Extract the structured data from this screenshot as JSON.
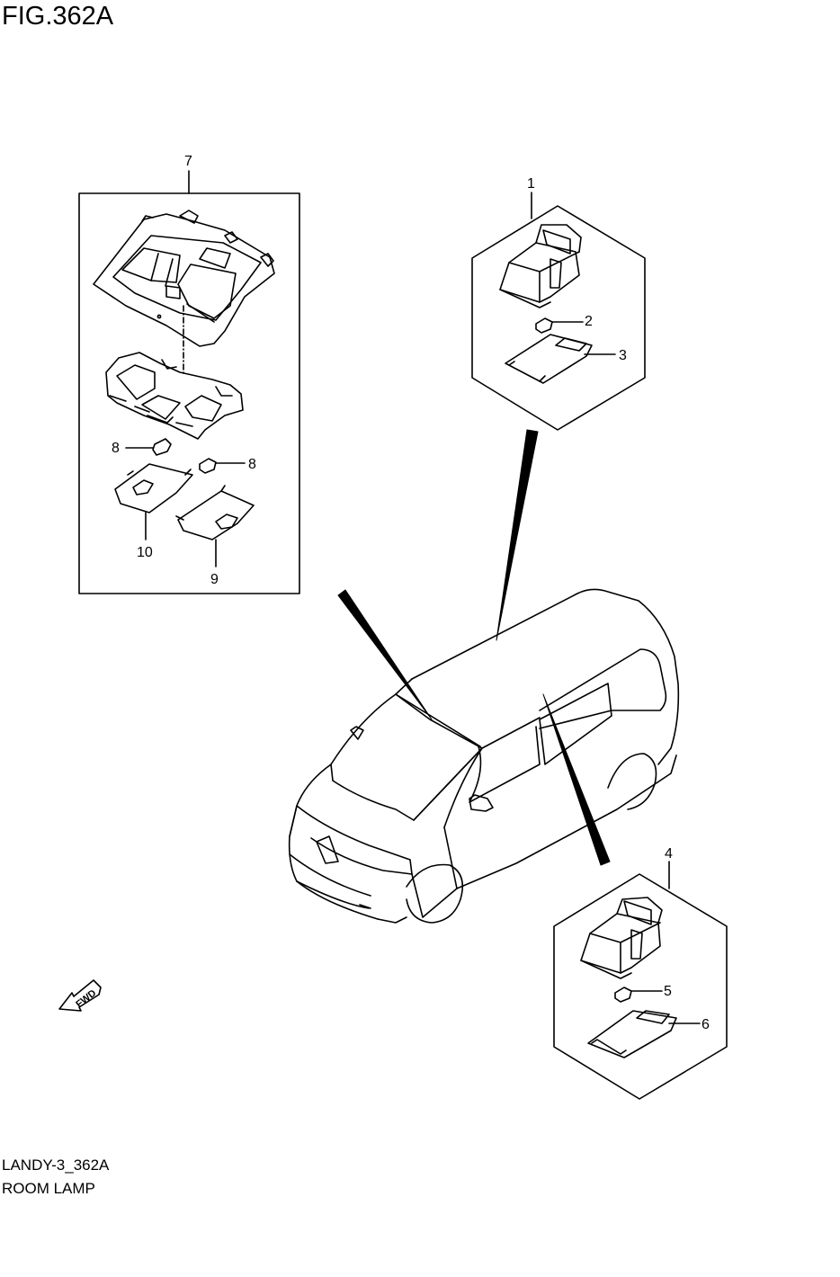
{
  "figure": {
    "title": "FIG.362A",
    "code": "LANDY-3_362A",
    "name": "ROOM LAMP"
  },
  "fwd_label": "FWD",
  "callouts": [
    "1",
    "2",
    "3",
    "4",
    "5",
    "6",
    "7",
    "8",
    "8",
    "9",
    "10"
  ]
}
